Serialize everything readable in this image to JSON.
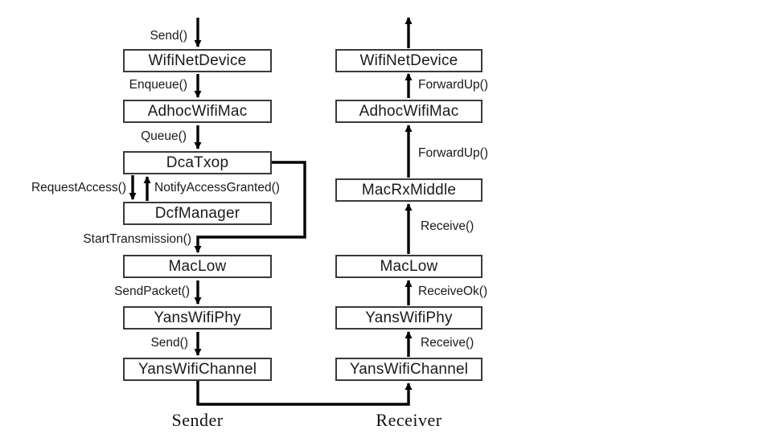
{
  "diagram": {
    "type": "flow-diagram",
    "subject": "WiFi stack send/receive call flow",
    "colors": {
      "background": "#ffffff",
      "box_border": "#3a3a3a",
      "text": "#1a1a1a",
      "arrow": "#000000"
    },
    "sender": {
      "column_label": "Sender",
      "boxes": [
        "WifiNetDevice",
        "AdhocWifiMac",
        "DcaTxop",
        "DcfManager",
        "MacLow",
        "YansWifiPhy",
        "YansWifiChannel"
      ],
      "calls": [
        "Send()",
        "Enqueue()",
        "Queue()",
        "RequestAccess()",
        "NotifyAccessGranted()",
        "StartTransmission()",
        "SendPacket()",
        "Send()"
      ]
    },
    "receiver": {
      "column_label": "Receiver",
      "boxes": [
        "WifiNetDevice",
        "AdhocWifiMac",
        "MacRxMiddle",
        "MacLow",
        "YansWifiPhy",
        "YansWifiChannel"
      ],
      "calls": [
        "ForwardUp()",
        "ForwardUp()",
        "Receive()",
        "ReceiveOk()",
        "Receive()"
      ]
    }
  }
}
